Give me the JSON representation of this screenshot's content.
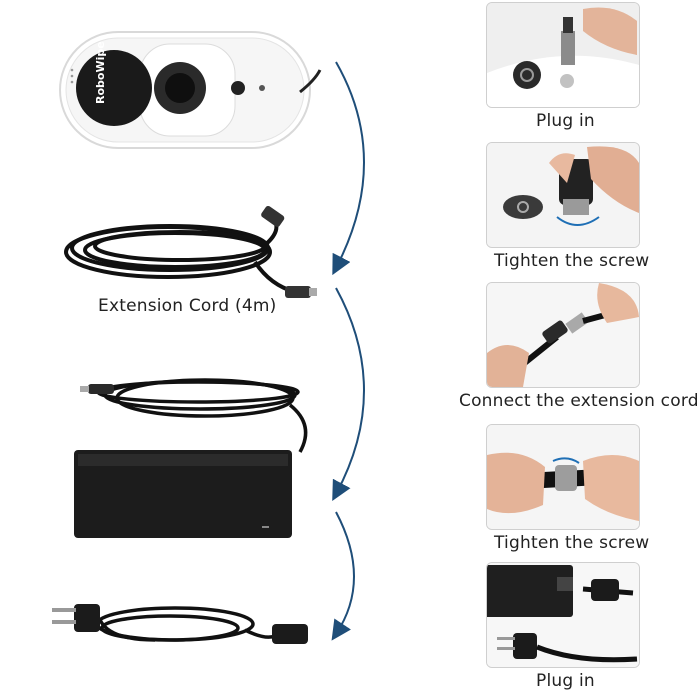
{
  "product": {
    "brand_text": "RoboWipe"
  },
  "left_column": {
    "extension_cord_label": "Extension Cord  (4m)"
  },
  "steps": [
    {
      "caption": "Plug in"
    },
    {
      "caption": "Tighten the screw"
    },
    {
      "caption": "Connect the extension cord"
    },
    {
      "caption": "Tighten the screw"
    },
    {
      "caption": "Plug in"
    }
  ],
  "colors": {
    "arrow": "#1f4e79",
    "cable": "#111111",
    "robot_body": "#f4f4f4"
  }
}
